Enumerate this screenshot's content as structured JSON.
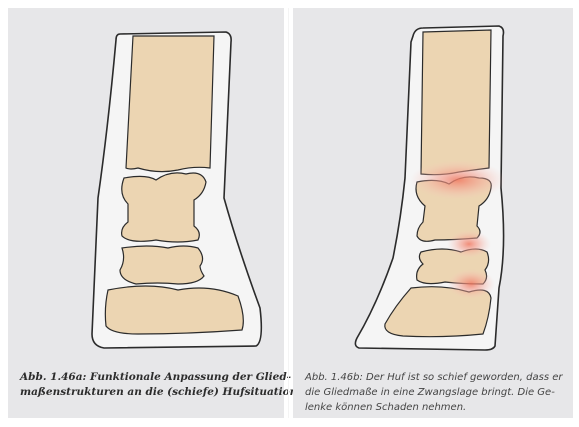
{
  "figure_a": {
    "caption_lines": [
      "Abb. 1.46a: Funktionale Anpassung der Glied-",
      "maßenstrukturen an die (schiefe) Hufsituation."
    ]
  },
  "figure_b": {
    "caption_lines": [
      "Abb. 1.46b: Der Huf ist so schief geworden, dass er",
      "die Gliedmaße in eine Zwangslage bringt. Die Ge-",
      "lenke können Schaden nehmen."
    ]
  },
  "colors": {
    "panel_bg": "#e7e7e9",
    "bone_fill": "#ecd5b2",
    "hoof_fill": "#f4f4f4",
    "outline": "#2b2b2b",
    "inflammation": "#f29a86"
  }
}
